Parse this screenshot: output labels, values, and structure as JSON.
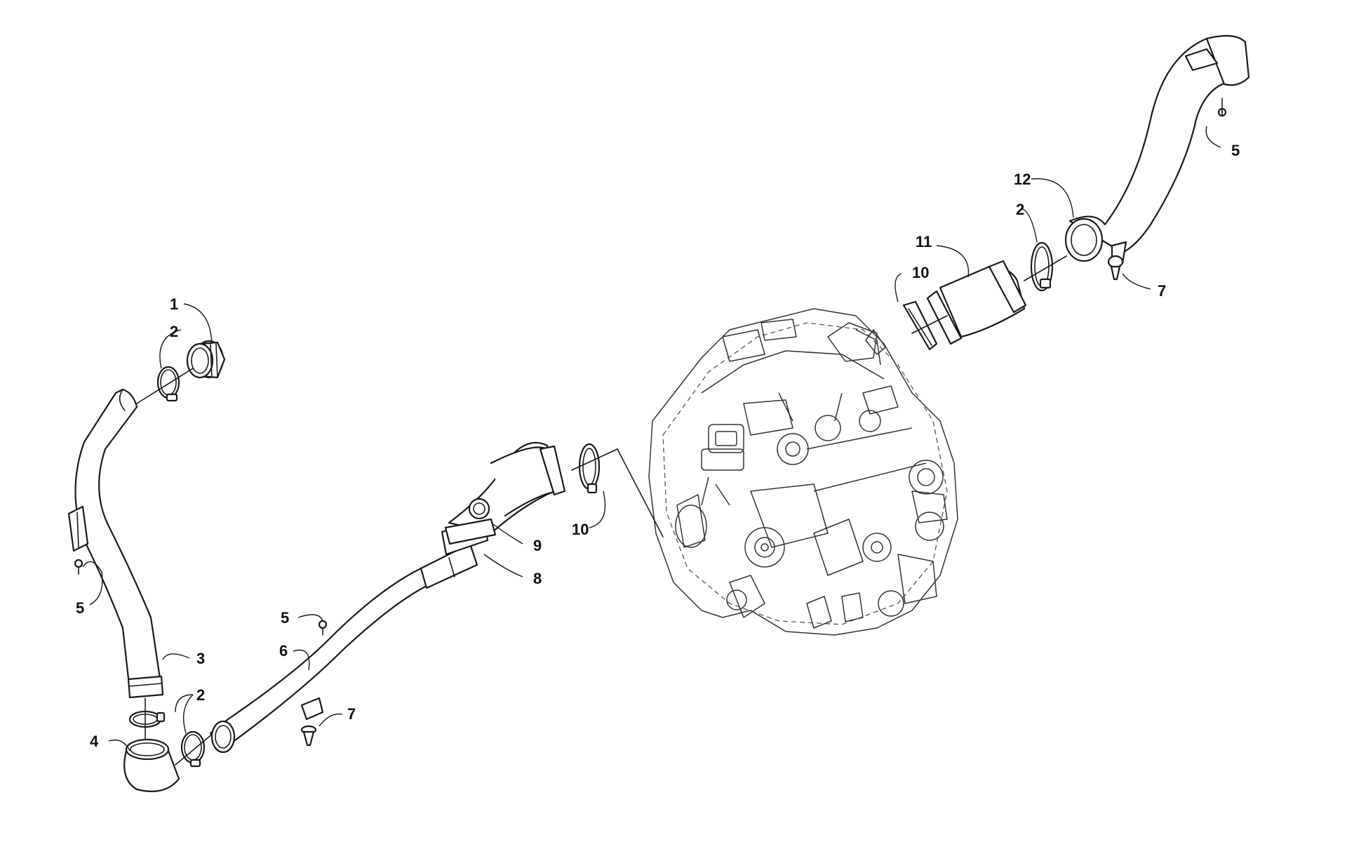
{
  "callouts": {
    "c1": "1",
    "c2a": "2",
    "c2b": "2",
    "c2c": "2",
    "c3": "3",
    "c4": "4",
    "c5a": "5",
    "c5b": "5",
    "c5c": "5",
    "c6": "6",
    "c7a": "7",
    "c7b": "7",
    "c8": "8",
    "c9": "9",
    "c10a": "10",
    "c10b": "10",
    "c11": "11",
    "c12": "12"
  }
}
